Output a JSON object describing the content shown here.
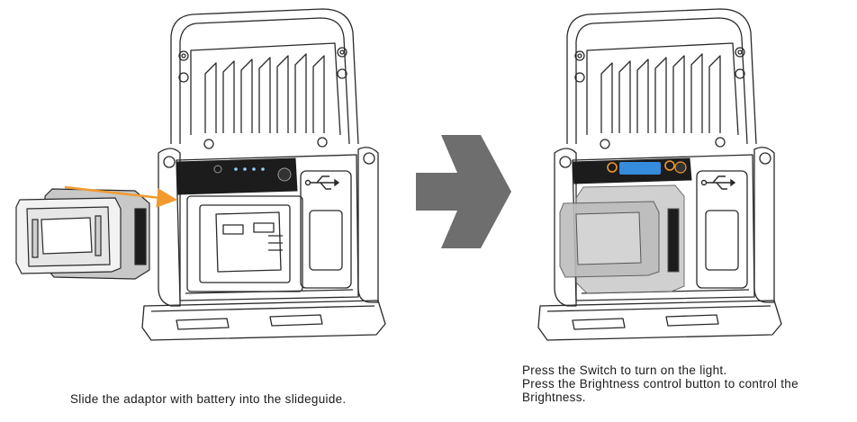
{
  "captions": {
    "left": "Slide the adaptor with battery into the slideguide.",
    "right": "Press the Switch to turn on the light.\nPress the Brightness control button to control the Brightness."
  },
  "colors": {
    "line": "#2a2a2a",
    "orange_arrow": "#f29a2e",
    "big_arrow": "#6e6e6e",
    "battery_fill": "#c8c8c8",
    "panel_black": "#1c1c1c",
    "led_blue": "#3aa0ff"
  },
  "icons": {
    "left_figure": "work-light-with-battery-beside",
    "right_figure": "work-light-with-battery-inserted",
    "usb": "usb-icon",
    "transition": "right-arrow-icon"
  }
}
